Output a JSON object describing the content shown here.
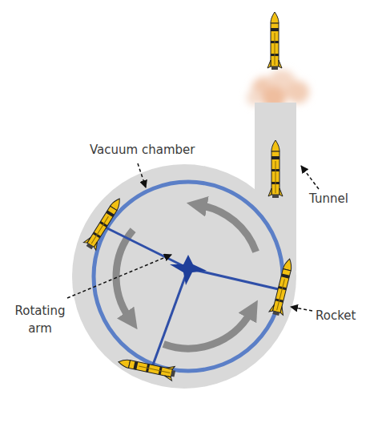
{
  "diagram": {
    "labels": [
      "Vacuum chamber",
      "Tunnel",
      "Rotating arm",
      "Rocket"
    ]
  }
}
